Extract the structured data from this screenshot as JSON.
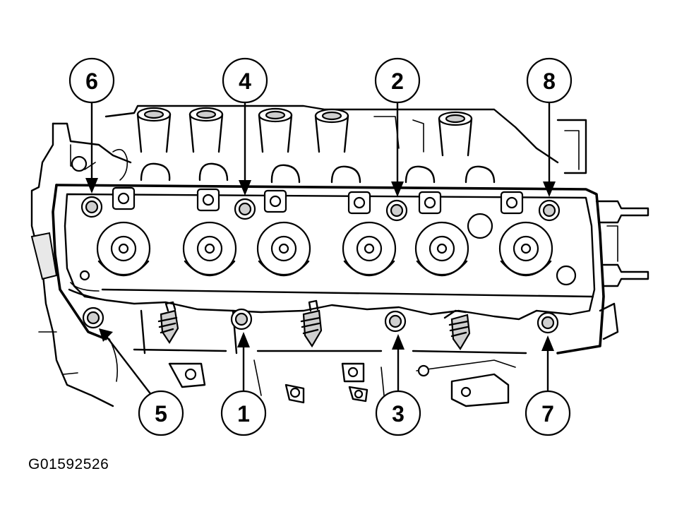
{
  "figure_id": "G01592526",
  "callouts": {
    "c1": "1",
    "c2": "2",
    "c3": "3",
    "c4": "4",
    "c5": "5",
    "c6": "6",
    "c7": "7",
    "c8": "8"
  },
  "colors": {
    "ink": "#000000",
    "paper": "#ffffff",
    "shade": "#cfcfcf"
  }
}
